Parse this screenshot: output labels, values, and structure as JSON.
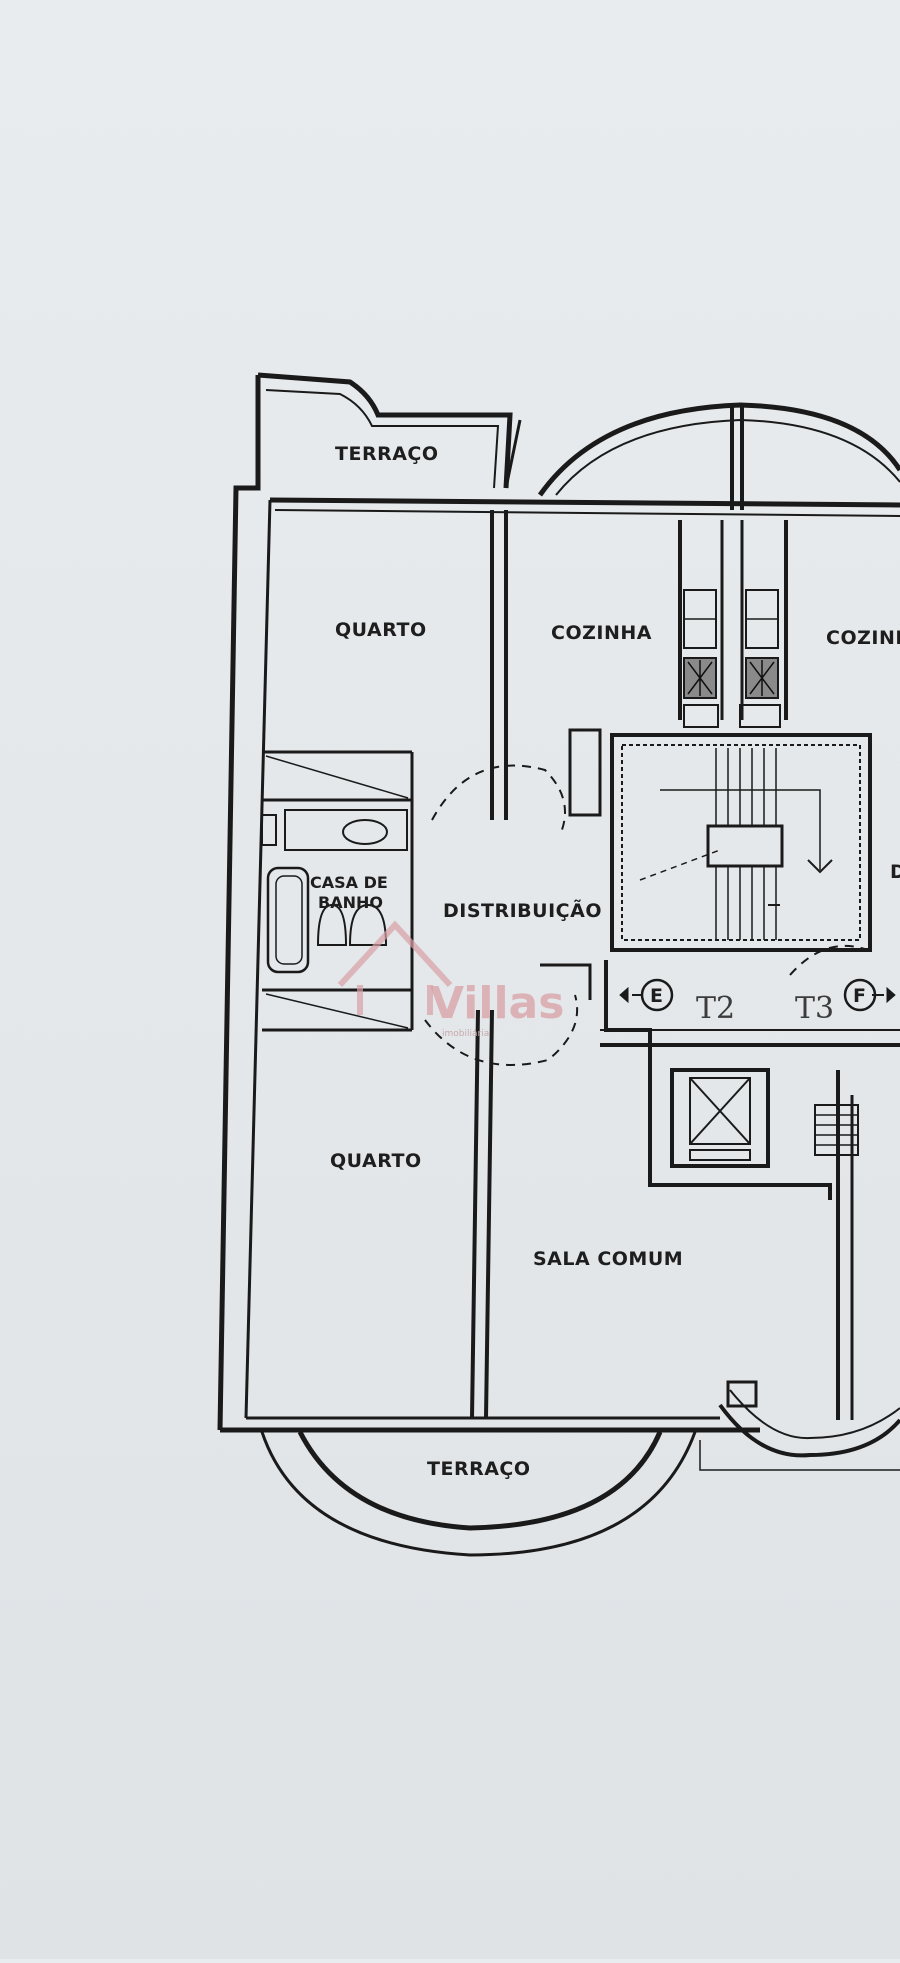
{
  "rooms": {
    "terraco_top": "TERRAÇO",
    "quarto_top": "QUARTO",
    "cozinha_left": "COZINHA",
    "cozinha_right": "COZINH",
    "casa_de_banho_line1": "CASA DE",
    "casa_de_banho_line2": "BANHO",
    "distribuicao": "DISTRIBUIÇÃO",
    "quarto_bottom": "QUARTO",
    "sala_comum": "SALA COMUM",
    "terraco_bottom": "TERRAÇO",
    "partial_right": "D"
  },
  "markers": {
    "e_letter": "E",
    "f_letter": "F",
    "t2": "T2",
    "t3": "T3"
  },
  "watermark": {
    "brand": "Villas",
    "tagline": "imobiliária"
  },
  "colors": {
    "paper": "#e6e9eb",
    "ink": "#1a1a1a",
    "watermark": "#d9a0a6"
  }
}
